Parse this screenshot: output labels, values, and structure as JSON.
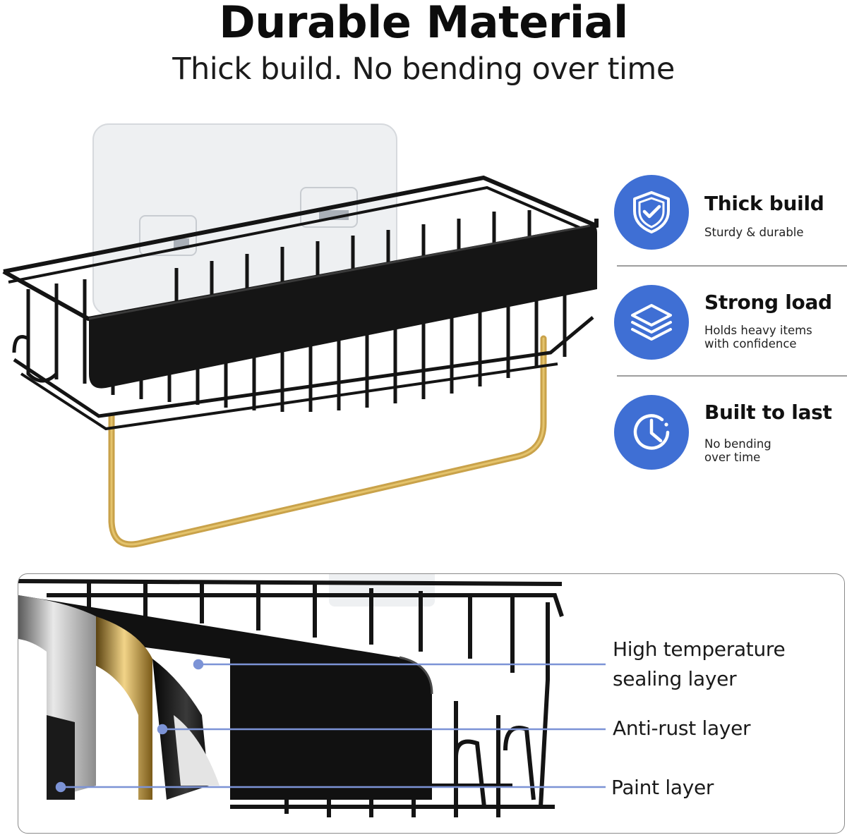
{
  "header": {
    "title": "Durable Material",
    "subtitle": "Thick build. No bending over time"
  },
  "features": [
    {
      "icon": "shield-check-icon",
      "title": "Thick build",
      "desc_lines": [
        "Sturdy & durable"
      ]
    },
    {
      "icon": "layers-icon",
      "title": "Strong load",
      "desc_lines": [
        "Holds heavy items",
        "with confidence"
      ]
    },
    {
      "icon": "clock-icon",
      "title": "Built to last",
      "desc_lines": [
        "No bending",
        "over time"
      ]
    }
  ],
  "layers": [
    {
      "lines": [
        "High temperature",
        "sealing layer"
      ]
    },
    {
      "lines": [
        "Anti-rust layer"
      ]
    },
    {
      "lines": [
        "Paint layer"
      ]
    }
  ],
  "colors": {
    "accent_blue": "#3f6fd4",
    "metal_black": "#141414",
    "brass_gold": "#c9a24a",
    "pointer_line": "#7c93d6"
  }
}
